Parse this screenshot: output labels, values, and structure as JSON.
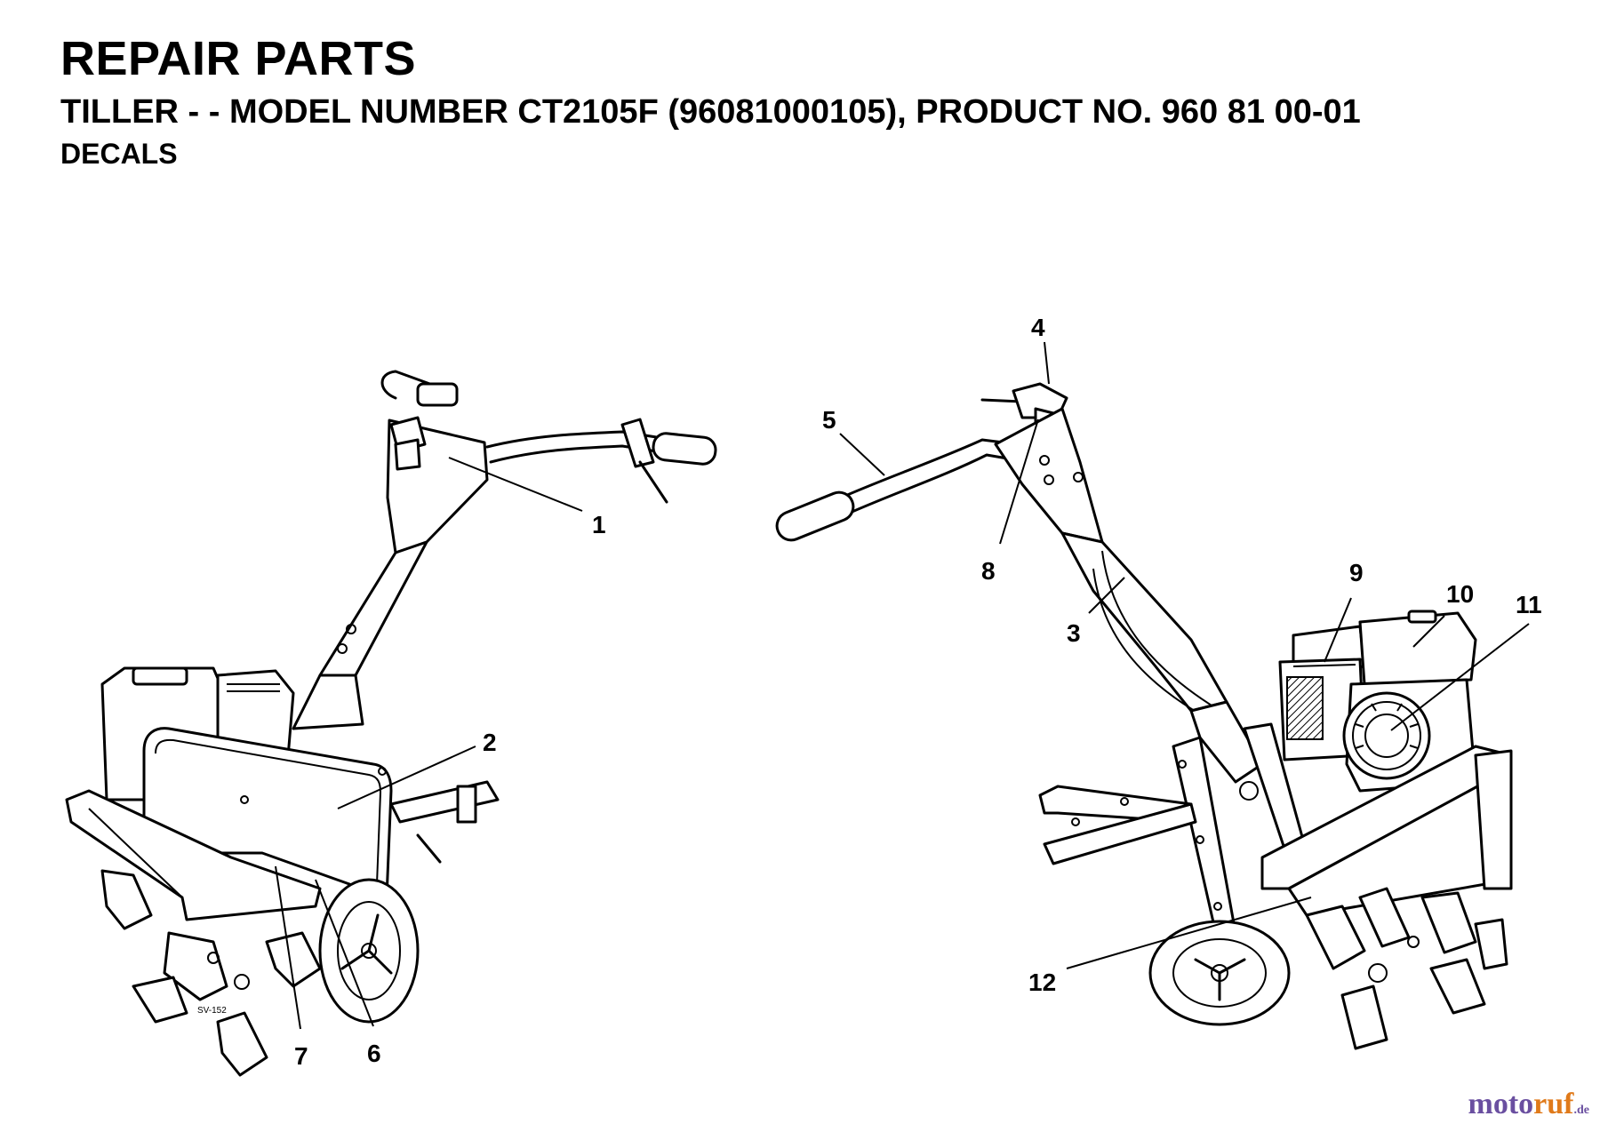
{
  "header": {
    "title": "REPAIR PARTS",
    "subtitle": "TILLER - - MODEL NUMBER CT2105F (96081000105), PRODUCT NO. 960 81 00-01",
    "section": "DECALS"
  },
  "diagram": {
    "drawing_code": "SV-152",
    "callouts": [
      "1",
      "2",
      "3",
      "4",
      "5",
      "6",
      "7",
      "8",
      "9",
      "10",
      "11",
      "12"
    ]
  },
  "watermark": {
    "part_a": "moto",
    "part_b": "ruf",
    "tld": ".de"
  }
}
